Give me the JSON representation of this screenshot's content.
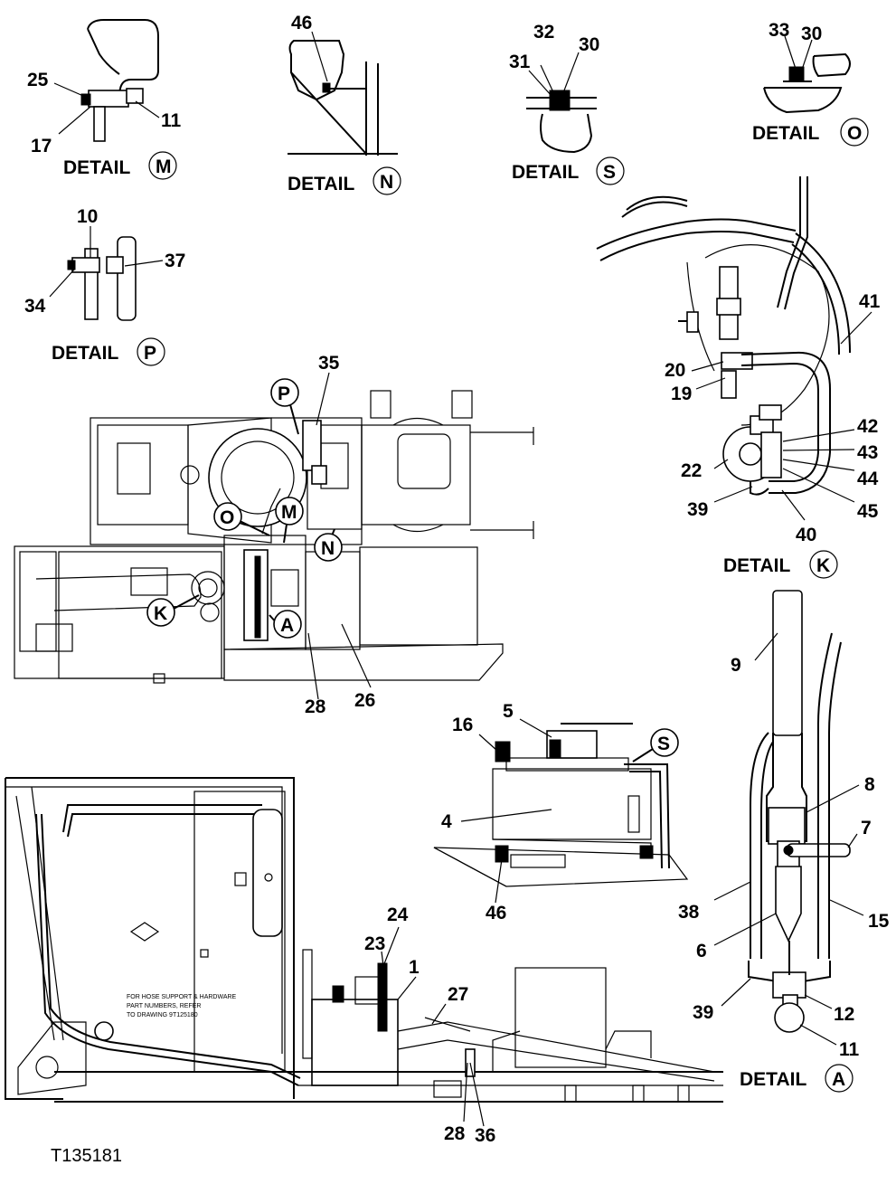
{
  "figure_id": "T135181",
  "detail_word": "DETAIL",
  "details": [
    {
      "letter": "M"
    },
    {
      "letter": "N"
    },
    {
      "letter": "S"
    },
    {
      "letter": "O"
    },
    {
      "letter": "P"
    },
    {
      "letter": "K"
    },
    {
      "letter": "A"
    }
  ],
  "view_markers": [
    "P",
    "O",
    "M",
    "N",
    "K",
    "A",
    "S"
  ],
  "callouts": {
    "detail_m": [
      "25",
      "17",
      "11"
    ],
    "detail_n": [
      "46"
    ],
    "detail_s": [
      "32",
      "30",
      "31"
    ],
    "detail_o": [
      "33",
      "30"
    ],
    "detail_p": [
      "10",
      "37",
      "34"
    ],
    "detail_k": [
      "41",
      "20",
      "19",
      "42",
      "43",
      "22",
      "44",
      "45",
      "39",
      "40"
    ],
    "top_view": [
      "35",
      "28",
      "26"
    ],
    "tank_view": [
      "16",
      "5",
      "4",
      "46"
    ],
    "detail_a": [
      "9",
      "8",
      "7",
      "38",
      "15",
      "6",
      "39",
      "12",
      "11"
    ],
    "side_view": [
      "24",
      "23",
      "1",
      "27",
      "28",
      "36"
    ]
  },
  "side_note": [
    "FOR HOSE SUPPORT & HARDWARE",
    "PART NUMBERS, REFER",
    "TO DRAWING 9T125180"
  ]
}
